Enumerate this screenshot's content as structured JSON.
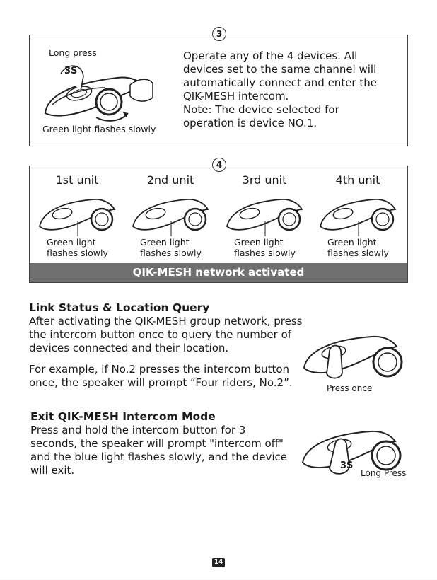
{
  "section3": {
    "number": "3",
    "long_press_label": "Long press",
    "press_badge": "3S",
    "green_label": "Green light flashes slowly",
    "description": [
      "Operate any of the 4 devices. All",
      "devices set to the same channel will",
      "automatically connect and enter the",
      "QIK-MESH intercom.",
      "Note: The device selected for",
      "operation is device NO.1."
    ]
  },
  "section4": {
    "number": "4",
    "units": [
      {
        "title": "1st unit",
        "caption_line1": "Green light",
        "caption_line2": "flashes slowly"
      },
      {
        "title": "2nd unit",
        "caption_line1": "Green light",
        "caption_line2": "flashes slowly"
      },
      {
        "title": "3rd unit",
        "caption_line1": "Green light",
        "caption_line2": "flashes slowly"
      },
      {
        "title": "4th unit",
        "caption_line1": "Green light",
        "caption_line2": "flashes slowly"
      }
    ],
    "banner": "QIK-MESH network activated"
  },
  "link_status": {
    "heading": "Link Status & Location Query",
    "lines": [
      "After activating the QIK-MESH group network, press",
      "the intercom button once to query the number of",
      "devices connected and their location."
    ],
    "example_lines": [
      "For example, if No.2 presses the intercom button",
      "once, the speaker will prompt “Four riders, No.2”."
    ],
    "figure_caption": "Press once"
  },
  "exit_mode": {
    "heading": "Exit QIK-MESH Intercom Mode",
    "lines": [
      "Press and hold the intercom button for 3",
      "seconds, the speaker will prompt \"intercom off\"",
      "and the blue light flashes slowly, and the device",
      "will exit."
    ],
    "figure_caption": "Long Press",
    "press_badge": "3S"
  },
  "page_number": "14"
}
